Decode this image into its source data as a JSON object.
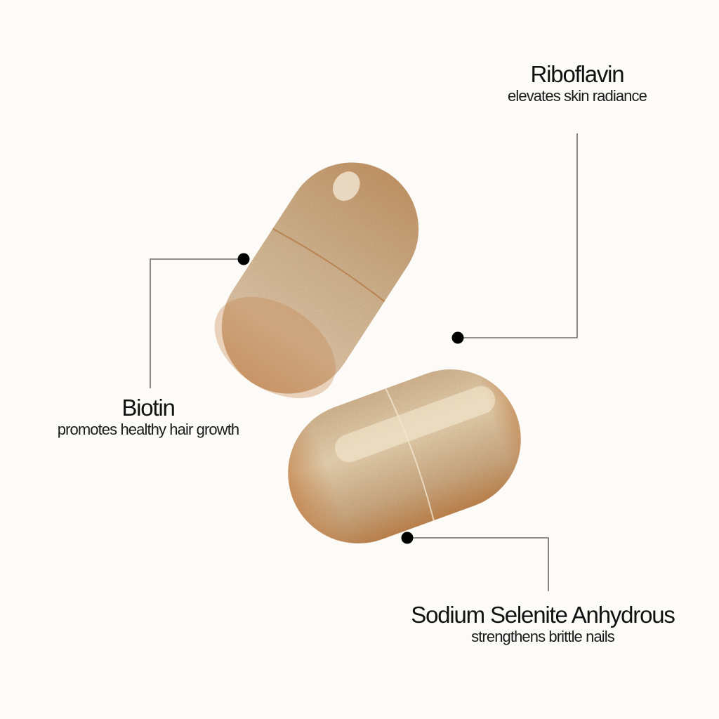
{
  "theme": {
    "background": "#fdfbf8",
    "text_color": "#111111",
    "line_color": "#6e6b66",
    "dot_color": "#000000",
    "capsule_base": "#d9b48a",
    "capsule_shadow": "#c2834f",
    "capsule_highlight": "#f4e6cc"
  },
  "callouts": [
    {
      "id": "riboflavin",
      "name": "Riboflavin",
      "description": "elevates skin radiance"
    },
    {
      "id": "biotin",
      "name": "Biotin",
      "description": "promotes healthy hair growth"
    },
    {
      "id": "sodium-selenite",
      "name": "Sodium Selenite Anhydrous",
      "description": "strengthens brittle nails"
    }
  ],
  "images": [
    {
      "id": "capsule-top",
      "icon": "capsule-icon"
    },
    {
      "id": "capsule-bottom",
      "icon": "capsule-icon"
    }
  ]
}
